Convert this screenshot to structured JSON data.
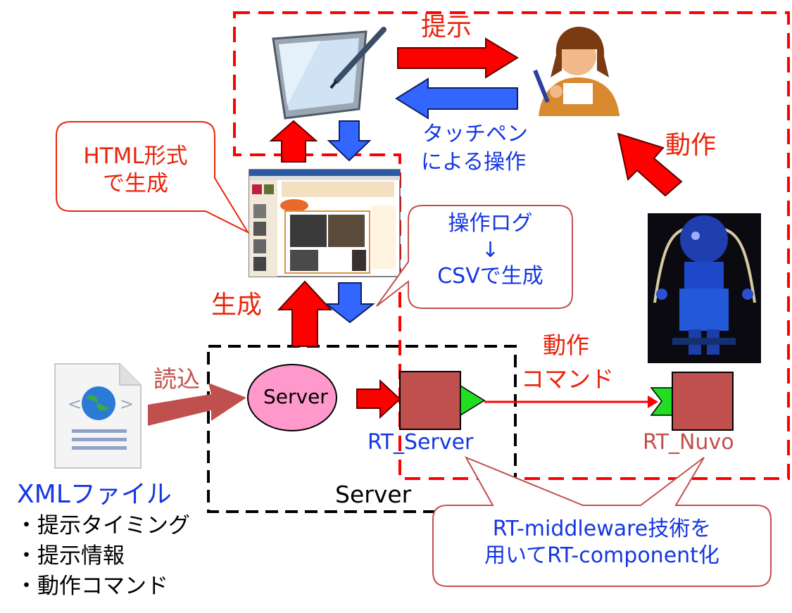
{
  "labels": {
    "present": "提示",
    "touch_line1": "タッチペン",
    "touch_line2": "による操作",
    "action": "動作",
    "generate": "生成",
    "read": "読込",
    "cmd_line1": "動作",
    "cmd_line2": "コマンド",
    "server_ellipse": "Server",
    "server_box": "Server",
    "rt_server": "RT_Server",
    "rt_nuvo": "RT_Nuvo"
  },
  "callouts": {
    "html_line1": "HTML形式",
    "html_line2": "で生成",
    "log_line1": "操作ログ",
    "log_arrow": "↓",
    "log_line2": "CSVで生成",
    "rt_line1": "RT-middleware技術を",
    "rt_line2": "用いてRT-component化"
  },
  "xml": {
    "title": "XMLファイル",
    "items": [
      "・提示タイミング",
      "・提示情報",
      "・動作コマンド"
    ]
  },
  "colors": {
    "red_arrow": "#ff0000",
    "blue_arrow": "#3366ff",
    "rt_box": "#c0504d",
    "port": "#22dd22",
    "ellipse": "#ff99cc",
    "dashed_red": "#ff0000"
  }
}
